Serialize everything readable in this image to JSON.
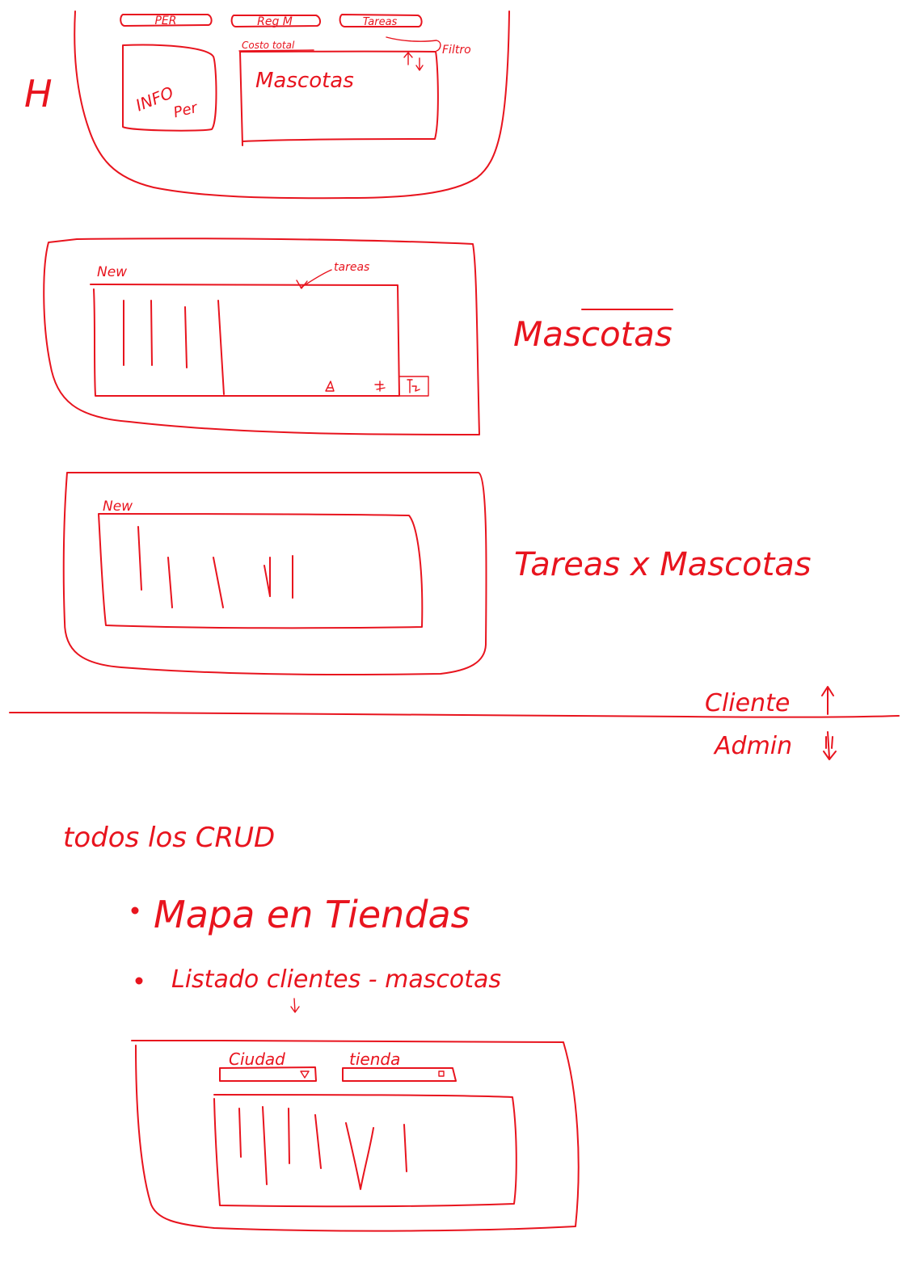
{
  "accent_color": "#e8141e",
  "client_view": {
    "side_mark": "H",
    "tabs": [
      "PER",
      "Reg M",
      "Tareas"
    ],
    "info_panel": {
      "line1": "INFO",
      "line2": "Per"
    },
    "cost_label": "Costo total",
    "filter_label": "Filtro",
    "pets_panel_title": "Mascotas",
    "sort_icon": "sort-up-down-icon"
  },
  "mascotas_screen": {
    "title": "Mascotas",
    "new_label": "New",
    "tasks_pointer_label": "tareas",
    "row_action_icons": [
      "edit-icon",
      "view-icon",
      "filter-icon"
    ]
  },
  "tareas_screen": {
    "title": "Tareas x Mascotas",
    "new_label": "New"
  },
  "role_split": {
    "above_label": "Cliente",
    "below_label": "Admin",
    "above_icon": "arrow-up-icon",
    "below_icon": "arrow-down-icon"
  },
  "admin": {
    "heading": "todos los CRUD",
    "bullets": [
      "Mapa en Tiendas",
      "Listado clientes - mascotas"
    ],
    "filter_ciudad": "Ciudad",
    "filter_tienda": "tienda"
  }
}
